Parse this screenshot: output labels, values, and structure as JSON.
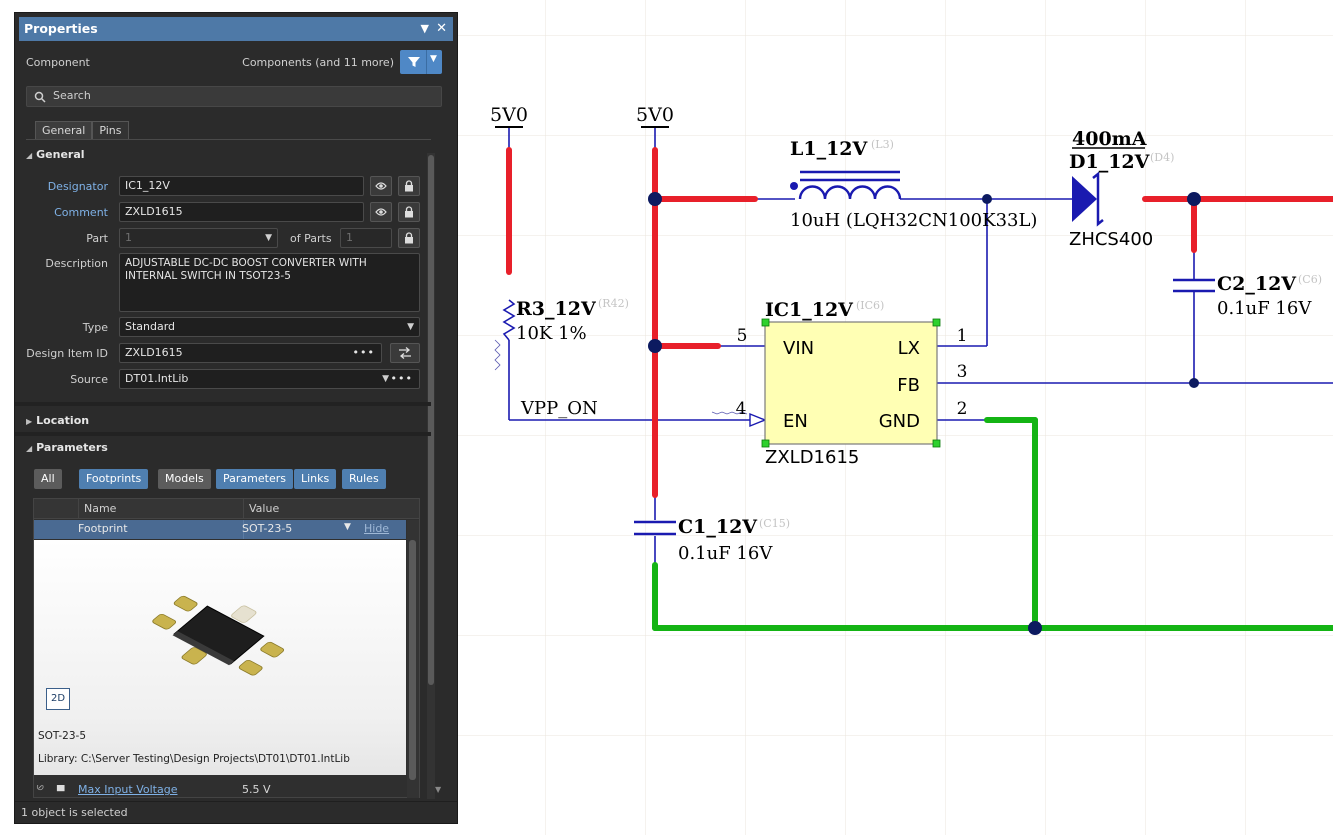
{
  "panel": {
    "title": "Properties",
    "header": {
      "object_type": "Component",
      "filter_summary": "Components (and 11 more)"
    },
    "search": {
      "placeholder": "Search"
    },
    "tabs": [
      {
        "label": "General"
      },
      {
        "label": "Pins"
      }
    ],
    "sections": {
      "general": "General",
      "location": "Location",
      "parameters": "Parameters"
    },
    "general": {
      "designator": {
        "label": "Designator",
        "value": "IC1_12V"
      },
      "comment": {
        "label": "Comment",
        "value": "ZXLD1615"
      },
      "part": {
        "label": "Part",
        "value": "1",
        "of_label": "of Parts",
        "of_value": "1"
      },
      "description": {
        "label": "Description",
        "value": "ADJUSTABLE DC-DC BOOST CONVERTER WITH INTERNAL SWITCH IN  TSOT23-5"
      },
      "type": {
        "label": "Type",
        "value": "Standard"
      },
      "design_item_id": {
        "label": "Design Item ID",
        "value": "ZXLD1615"
      },
      "source": {
        "label": "Source",
        "value": "DT01.IntLib"
      }
    },
    "param_filters": [
      {
        "label": "All",
        "active": false
      },
      {
        "label": "Footprints",
        "active": true
      },
      {
        "label": "Models",
        "active": false
      },
      {
        "label": "Parameters",
        "active": true
      },
      {
        "label": "Links",
        "active": true
      },
      {
        "label": "Rules",
        "active": true
      }
    ],
    "param_table": {
      "columns": [
        "Name",
        "Value"
      ],
      "footprint_row": {
        "name": "Footprint",
        "value": "SOT-23-5",
        "action": "Hide"
      },
      "preview_toggle": "2D",
      "footprint_name": "SOT-23-5",
      "library_path": "Library:  C:\\Server Testing\\Design Projects\\DT01\\DT01.IntLib",
      "partial_row": {
        "name": "Max Input Voltage",
        "value": "5.5 V"
      }
    },
    "status": "1 object is selected"
  },
  "schematic": {
    "power_ports": [
      "5V0",
      "5V0"
    ],
    "ic": {
      "designator": "IC1_12V",
      "id": "(IC6)",
      "comment": "ZXLD1615",
      "pins": [
        {
          "name": "VIN",
          "number": "5"
        },
        {
          "name": "LX",
          "number": "1"
        },
        {
          "name": "FB",
          "number": "3"
        },
        {
          "name": "EN",
          "number": "4"
        },
        {
          "name": "GND",
          "number": "2"
        }
      ]
    },
    "inductor": {
      "designator": "L1_12V",
      "id": "(L3)",
      "value": "10uH (LQH32CN100K33L)"
    },
    "diode": {
      "designator": "D1_12V",
      "id": "(D4)",
      "value": "ZHCS400",
      "rating": "400mA"
    },
    "c2": {
      "designator": "C2_12V",
      "id": "(C6)",
      "value": "0.1uF 16V"
    },
    "c1": {
      "designator": "C1_12V",
      "id": "(C15)",
      "value": "0.1uF 16V"
    },
    "r3": {
      "designator": "R3_12V",
      "id": "(R42)",
      "value": "10K 1%"
    },
    "net_label": "VPP_ON"
  },
  "colors": {
    "wire_blue": "#1a1ab0",
    "power_red": "#e8202a",
    "gnd_green": "#14b414",
    "junction": "#0c1a60",
    "ic_fill": "#ffffb4",
    "panel_bg": "#2b2b2b",
    "title_blue": "#4e79a7",
    "accent_blue": "#4f88c6"
  }
}
